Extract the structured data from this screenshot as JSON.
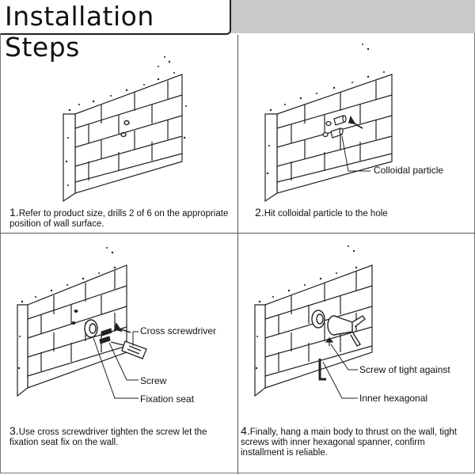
{
  "header": {
    "title": "Installation Steps"
  },
  "steps": [
    {
      "num": "1.",
      "text": "Refer to product size, drills 2 of  6 on the appropriate position of wall surface."
    },
    {
      "num": "2.",
      "text": "Hit colloidal particle to the hole"
    },
    {
      "num": "3.",
      "text": "Use cross screwdriver tighten the screw let the fixation seat fix on the wall."
    },
    {
      "num": "4.",
      "text": "Finally, hang a main body to thrust on the wall, tight screws with inner hexagonal spanner, confirm installment is reliable."
    }
  ],
  "callouts": {
    "colloidal_particle": "Colloidal particle",
    "cross_screwdriver": "Cross screwdriver",
    "screw": "Screw",
    "fixation_seat": "Fixation seat",
    "screw_tight_against": "Screw of tight against",
    "inner_hexagonal": "Inner hexagonal"
  },
  "colors": {
    "header_bg": "#c9c9c9",
    "line": "#222222"
  }
}
